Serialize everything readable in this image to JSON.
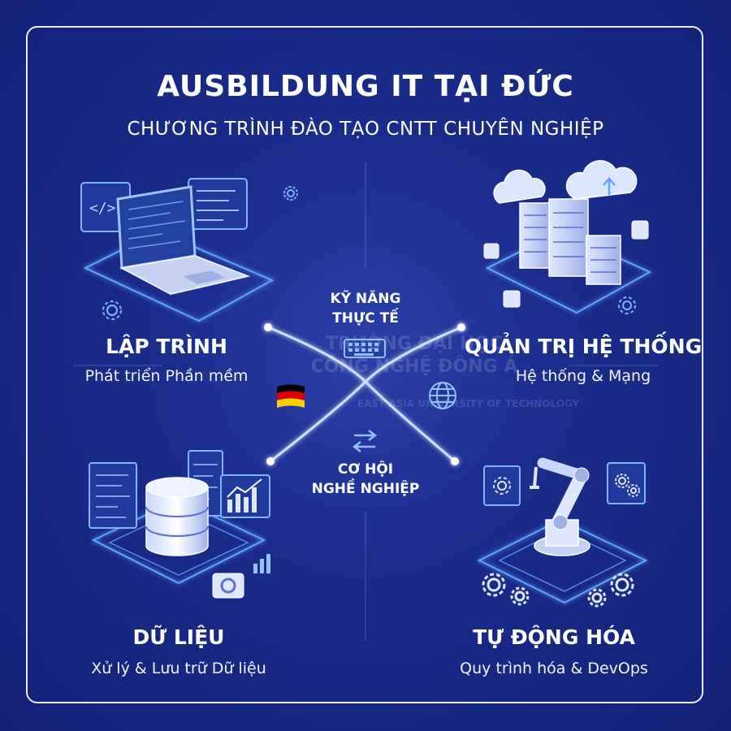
{
  "header": {
    "title": "AUSBILDUNG IT TẠI ĐỨC",
    "subtitle": "CHƯƠNG TRÌNH ĐÀO TẠO CNTT CHUYÊN NGHIỆP"
  },
  "quadrants": {
    "top_left": {
      "title": "LẬP TRÌNH",
      "subtitle": "Phát triển Phần mềm",
      "icon": "laptop-code-icon"
    },
    "top_right": {
      "title": "QUẢN TRỊ HỆ THỐNG",
      "subtitle": "Hệ thống & Mạng",
      "icon": "server-cloud-icon"
    },
    "bottom_left": {
      "title": "DỮ LIỆU",
      "subtitle": "Xử lý & Lưu trữ Dữ liệu",
      "icon": "database-icon"
    },
    "bottom_right": {
      "title": "TỰ ĐỘNG HÓA",
      "subtitle": "Quy trình hóa & DevOps",
      "icon": "robot-arm-icon"
    }
  },
  "center": {
    "top_label_line1": "KỸ NĂNG",
    "top_label_line2": "THỰC TẾ",
    "bottom_label_line1": "CƠ HỘI",
    "bottom_label_line2": "NGHỀ NGHIỆP"
  },
  "watermark": {
    "line1": "TRƯỜNG ĐẠI HỌC",
    "line2": "CÔNG NGHỆ ĐÔNG Á",
    "line3": "EAST ASIA UNIVERSITY OF TECHNOLOGY"
  },
  "colors": {
    "background": "#1a2c8c",
    "frame": "#e9eefc",
    "glow": "#7fb6ff",
    "text": "#ffffff",
    "flag_black": "#000000",
    "flag_red": "#dd0000",
    "flag_gold": "#ffce00"
  }
}
